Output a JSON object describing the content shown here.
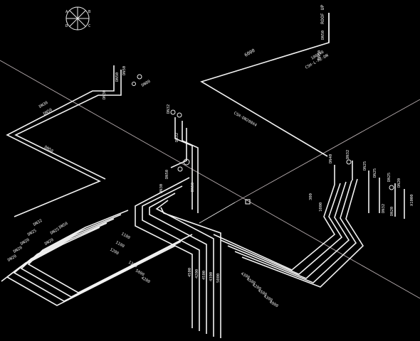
{
  "compass": {
    "letters": [
      "A",
      "B",
      "C",
      "D"
    ]
  },
  "top_right": {
    "riser": "ROOF UP",
    "a": "DN50",
    "b": "100X40",
    "c": "DN50",
    "d": "CSH-L-R2-DN",
    "long_pipe": "6000",
    "pipe_tag": "CSH-DN200X4"
  },
  "upper_left": {
    "a": "DN50",
    "b": "DN50",
    "c": "DN30",
    "d": "DN50",
    "valve": "DN80",
    "e": "DN50",
    "f": "DN30"
  },
  "middle_tower": {
    "a": "DN32",
    "b": "DN32",
    "c": "DN50",
    "d": "DN50",
    "e": "DN30"
  },
  "left_labels": [
    "DN32",
    "DN25",
    "DN20",
    "DN20",
    "DN20",
    "DN25",
    "DN20",
    "DN50",
    "DN20"
  ],
  "stack_labels": [
    "1100",
    "1100",
    "1200",
    "1300",
    "5000",
    "4200"
  ],
  "middle_labels": [
    "4500",
    "4200",
    "4500",
    "4300",
    "5000"
  ],
  "bottom_labels": [
    "4300",
    "4500",
    "4200",
    "4500",
    "4300",
    "4900"
  ],
  "right_labels": [
    "DN40",
    "DN32",
    "DN25",
    "DN25",
    "DN25",
    "DN20",
    "DN32",
    "DN20",
    "300",
    "1000"
  ],
  "far_right": "X1000"
}
